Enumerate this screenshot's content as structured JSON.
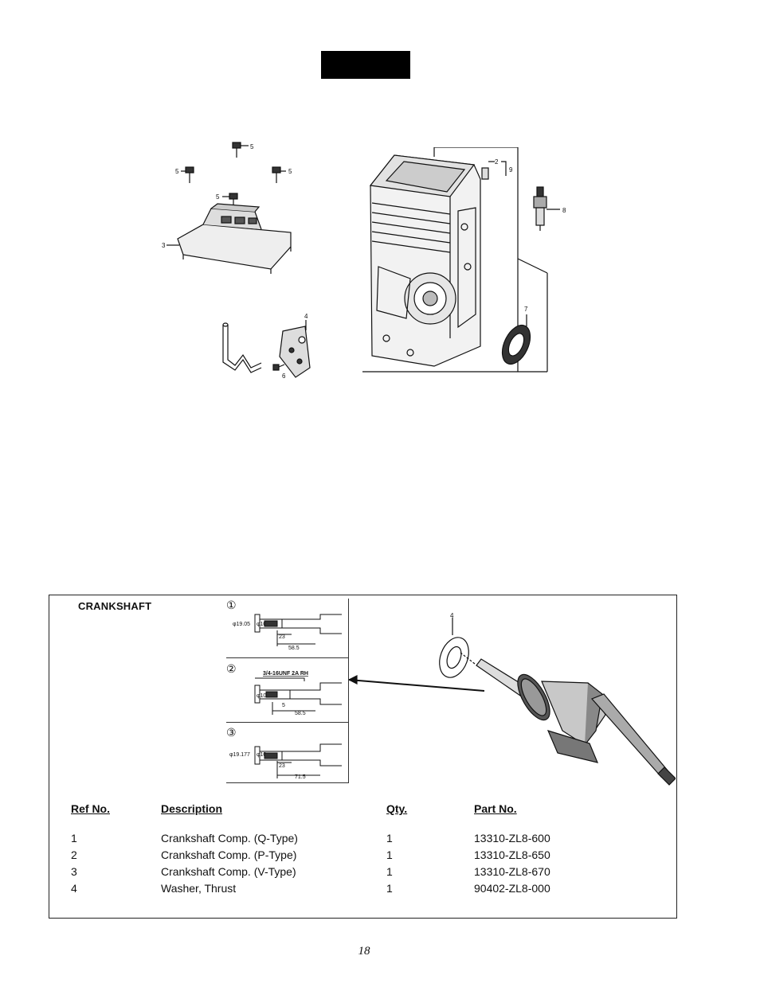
{
  "upper_diagram": {
    "callouts": [
      "5",
      "5",
      "5",
      "5",
      "3",
      "4",
      "6",
      "2",
      "9",
      "8",
      "7"
    ]
  },
  "crankshaft": {
    "title": "CRANKSHAFT",
    "spec_panels": [
      {
        "marker": "①",
        "dims": [
          "φ19.05",
          "φ10",
          "23",
          "58.5"
        ]
      },
      {
        "marker": "②",
        "thread": "3/4-16UNF 2A RH",
        "dims": [
          "φ10",
          "5",
          "58.5"
        ]
      },
      {
        "marker": "③",
        "dims": [
          "φ19.177",
          "φ10",
          "23",
          "71.5"
        ]
      }
    ],
    "illustration_callout": "4",
    "table": {
      "headers": {
        "ref": "Ref No.",
        "description": "Description",
        "qty": "Qty.",
        "part": "Part No."
      },
      "rows": [
        {
          "ref": "1",
          "description": "Crankshaft Comp. (Q-Type)",
          "qty": "1",
          "part": "13310-ZL8-600"
        },
        {
          "ref": "2",
          "description": "Crankshaft Comp. (P-Type)",
          "qty": "1",
          "part": "13310-ZL8-650"
        },
        {
          "ref": "3",
          "description": "Crankshaft Comp. (V-Type)",
          "qty": "1",
          "part": "13310-ZL8-670"
        },
        {
          "ref": "4",
          "description": "Washer, Thrust",
          "qty": "1",
          "part": "90402-ZL8-000"
        }
      ]
    }
  },
  "page_number": "18"
}
